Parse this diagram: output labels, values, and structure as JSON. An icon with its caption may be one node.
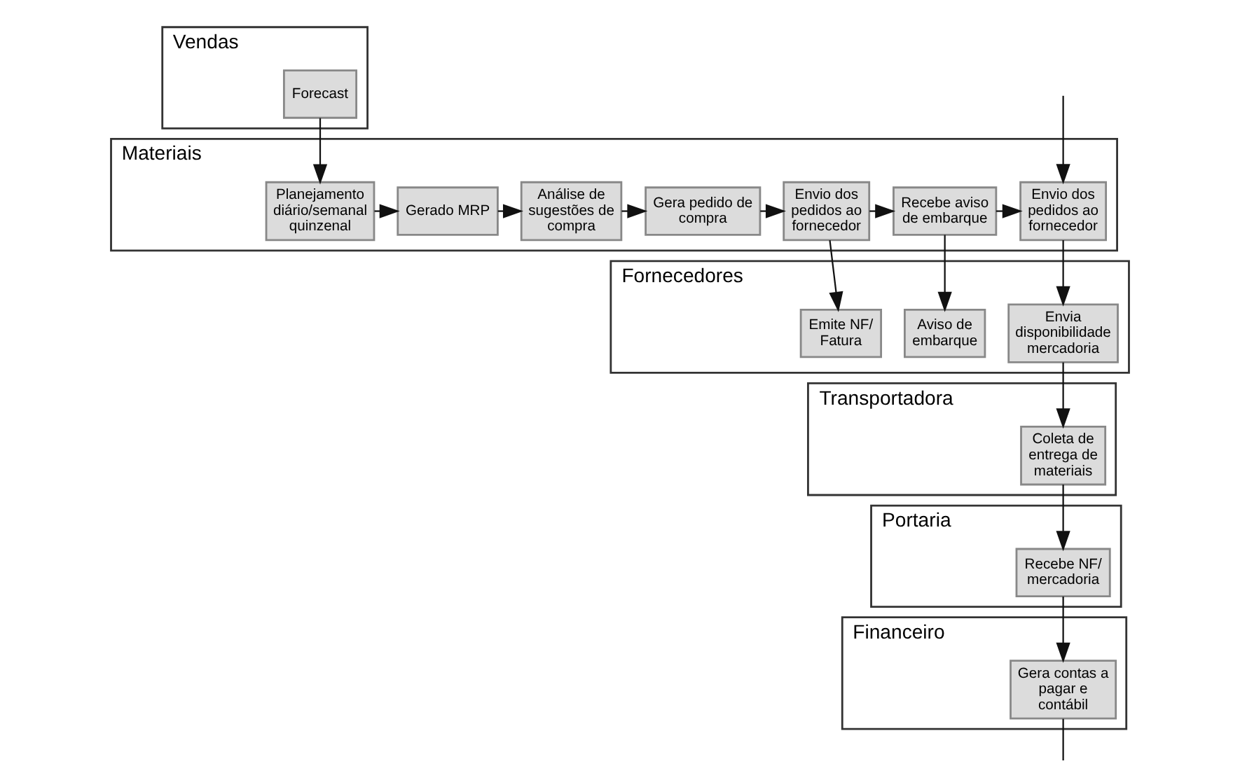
{
  "diagram": {
    "nodes": [
      {
        "text": [
          "Vendas"
        ]
      },
      {
        "text": [
          "Forecast"
        ],
        "in": 0
      },
      {
        "text": [
          "Materiais"
        ]
      },
      {
        "text": [
          "Planejamento diário/semanal quinzenal"
        ],
        "in": 2
      },
      {
        "text": [
          "Gerado MRP"
        ],
        "in": 2
      },
      {
        "text": [
          "Análise de sugestões de compra"
        ],
        "in": 2
      },
      {
        "text": [
          "Gera pedido de compra"
        ],
        "in": 2
      },
      {
        "text": [
          "Envio dos pedidos ao fornecedor"
        ],
        "in": 2
      },
      {
        "text": [
          "Recebe aviso de embarque"
        ],
        "in": 2
      },
      {
        "text": [
          "Envio dos pedidos ao fornecedor"
        ],
        "in": 2
      },
      {
        "text": [
          "Fornecedores"
        ]
      },
      {
        "text": [
          "Emite NF/ Fatura"
        ],
        "in": 10
      },
      {
        "text": [
          "Aviso de embarque"
        ],
        "in": 10
      },
      {
        "text": [
          "Envia disponibilidade mercadoria"
        ],
        "in": 10
      },
      {
        "text": [
          "Transportadora"
        ]
      },
      {
        "text": [
          "Coleta de entrega de materiais"
        ],
        "in": 14
      },
      {
        "text": [
          "Portaria"
        ]
      },
      {
        "text": [
          "Recebe NF/ mercadoria"
        ],
        "in": 16
      },
      {
        "text": [
          "Financeiro"
        ]
      },
      {
        "text": [
          "Gera contas a pagar e contábil"
        ],
        "in": 18
      }
    ],
    "edges": [
      {
        "from": 1,
        "to": 3,
        "arrow": "to"
      },
      {
        "from": 3,
        "to": 4,
        "arrow": "to"
      },
      {
        "from": 4,
        "to": 5,
        "arrow": "to"
      },
      {
        "from": 5,
        "to": 6,
        "arrow": "to"
      },
      {
        "from": 6,
        "to": 7,
        "arrow": "to"
      },
      {
        "from": 7,
        "to": 8,
        "arrow": "to"
      },
      {
        "from": 8,
        "to": 9,
        "arrow": "to"
      },
      {
        "from": null,
        "to": 9,
        "arrow": "to"
      },
      {
        "from": 7,
        "to": 11,
        "arrow": "to"
      },
      {
        "from": 8,
        "to": 12,
        "arrow": "to"
      },
      {
        "from": 9,
        "to": 13,
        "arrow": "to"
      },
      {
        "from": 13,
        "to": 15,
        "arrow": "to"
      },
      {
        "from": 15,
        "to": 17,
        "arrow": "to"
      },
      {
        "from": 17,
        "to": 19,
        "arrow": "to"
      },
      {
        "from": 19,
        "to": null,
        "arrow": "none"
      }
    ]
  }
}
